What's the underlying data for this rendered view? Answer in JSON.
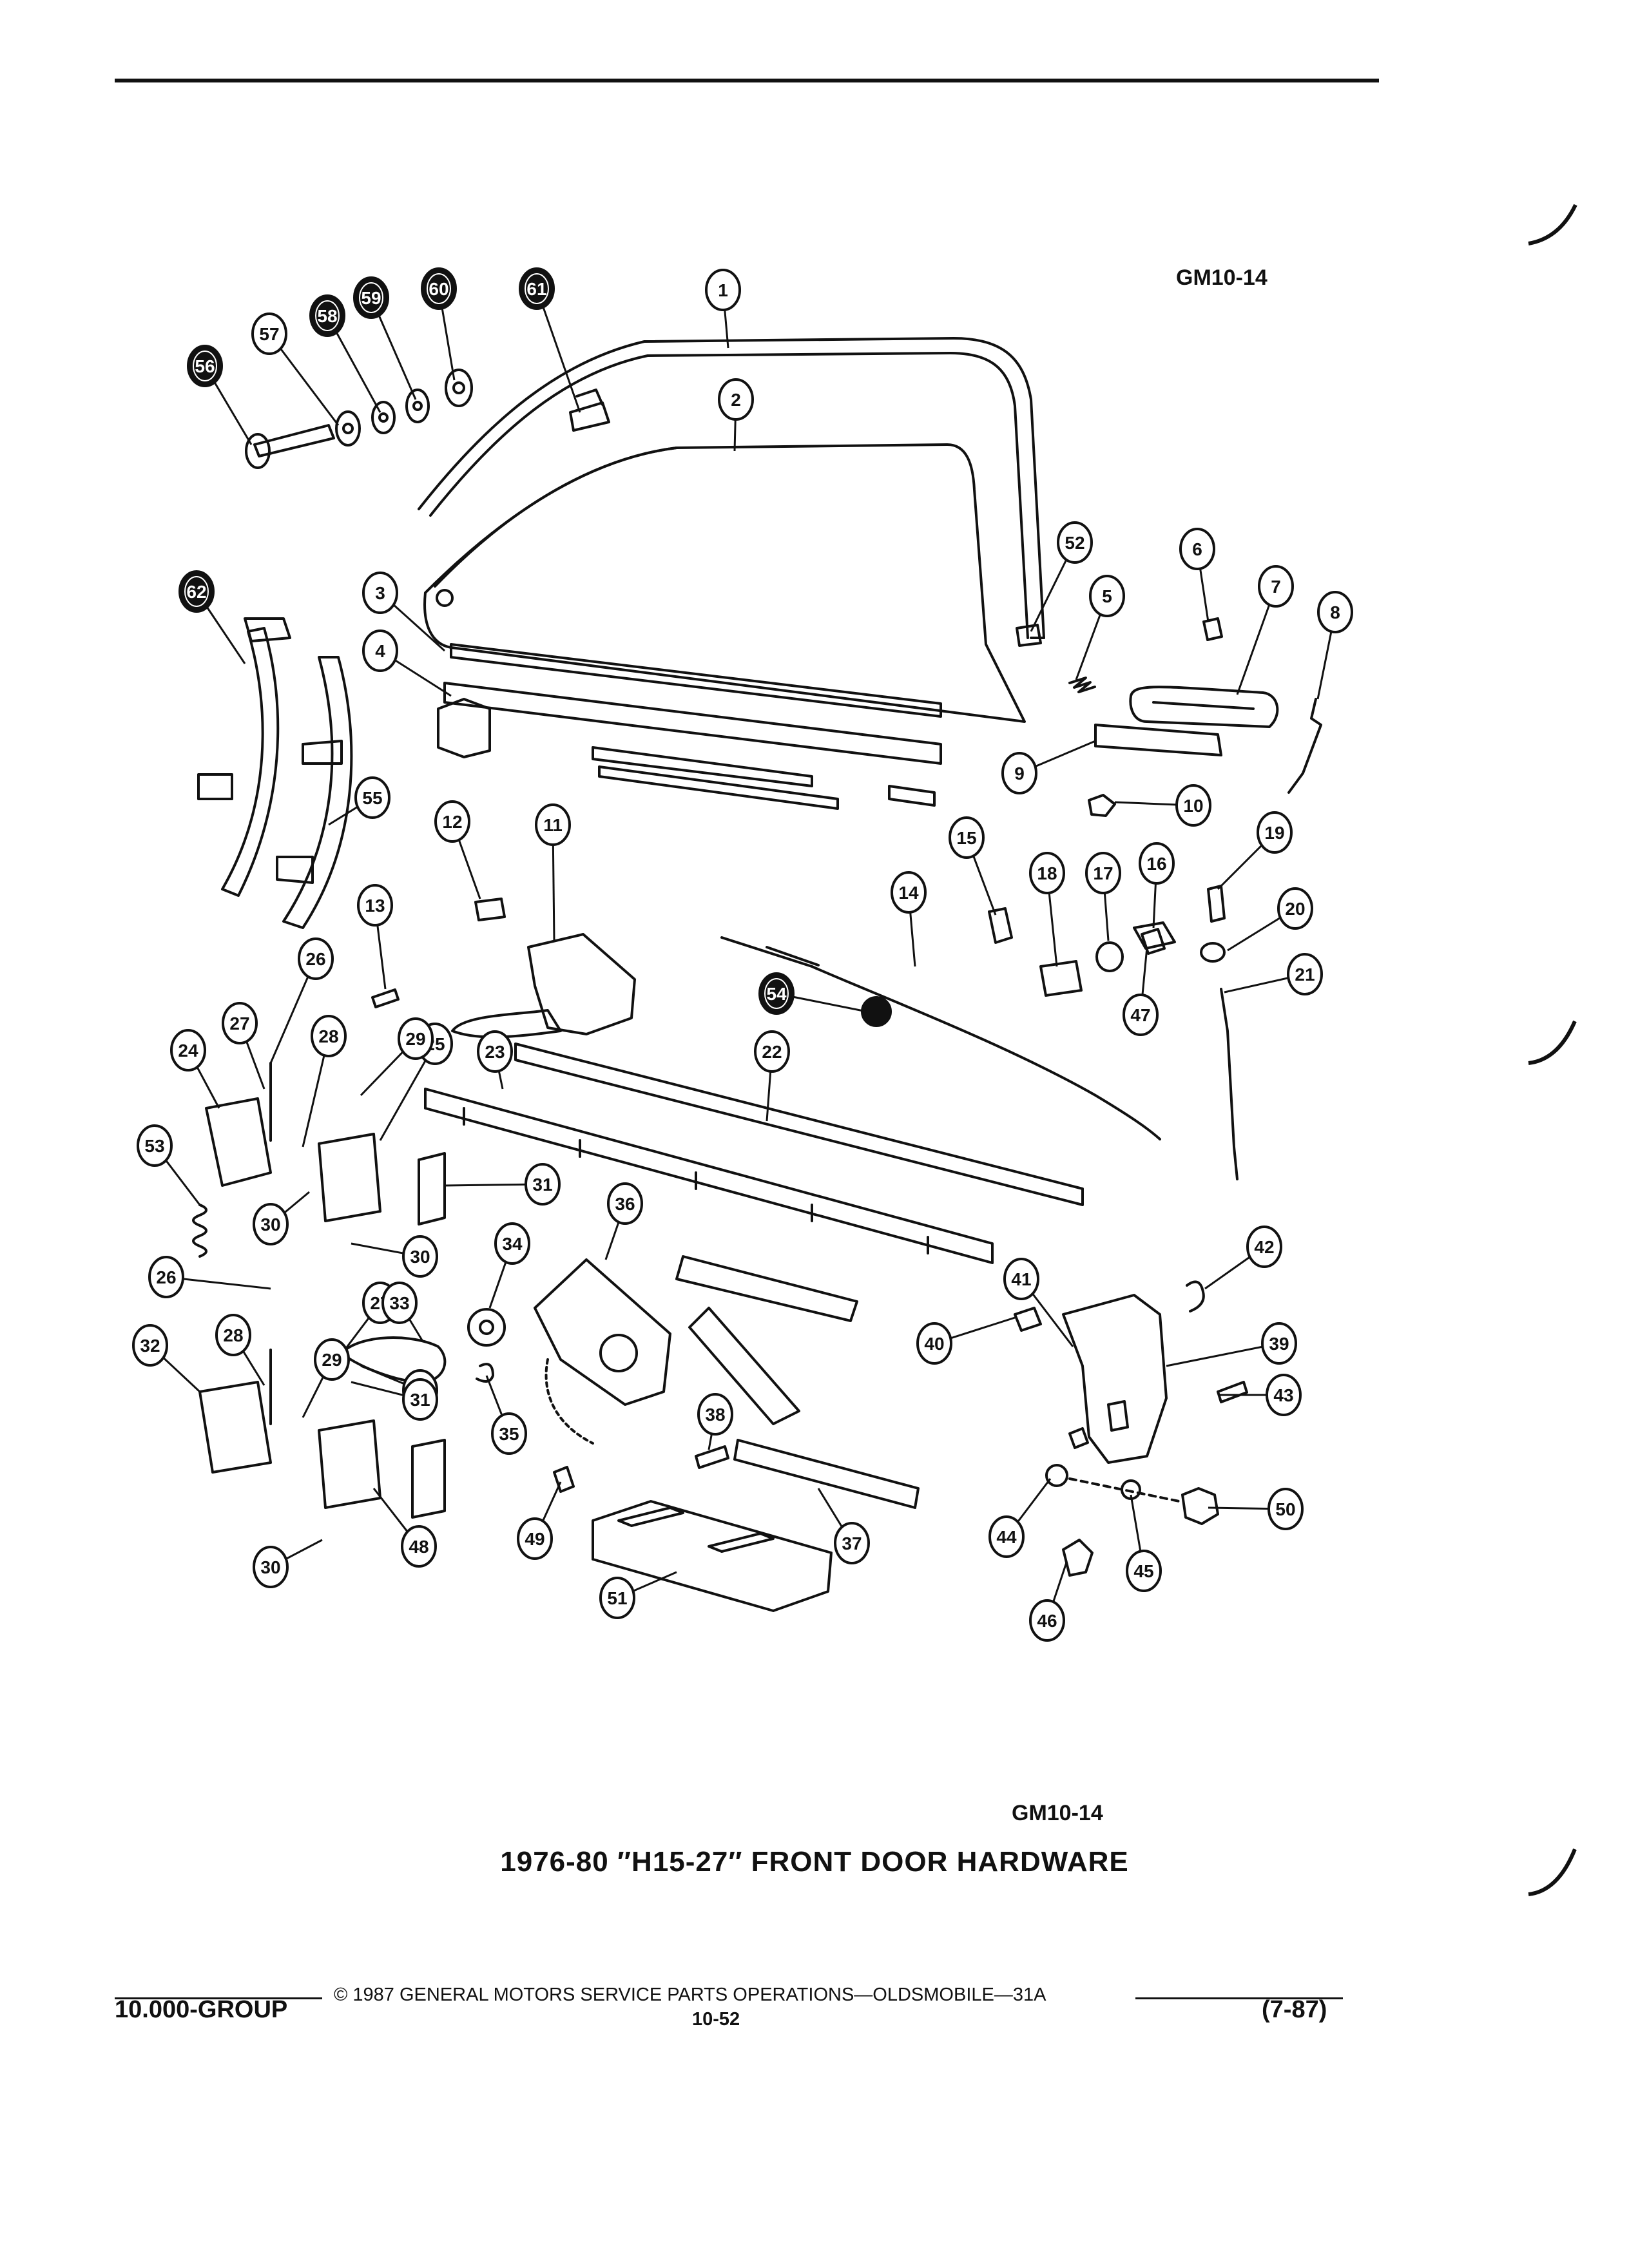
{
  "figure_code_top": "GM10-14",
  "figure_code_bottom": "GM10-14",
  "title": "1976-80 ″H15-27″ FRONT DOOR HARDWARE",
  "footer": {
    "copyright": "© 1987 GENERAL MOTORS SERVICE PARTS OPERATIONS—OLDSMOBILE—31A",
    "group": "10.000-GROUP",
    "page": "10-52",
    "date": "(7-87)"
  },
  "callouts": [
    {
      "n": "1",
      "black": false
    },
    {
      "n": "2",
      "black": false
    },
    {
      "n": "3",
      "black": false
    },
    {
      "n": "4",
      "black": false
    },
    {
      "n": "5",
      "black": false
    },
    {
      "n": "6",
      "black": false
    },
    {
      "n": "7",
      "black": false
    },
    {
      "n": "8",
      "black": false
    },
    {
      "n": "9",
      "black": false
    },
    {
      "n": "10",
      "black": false
    },
    {
      "n": "11",
      "black": false
    },
    {
      "n": "12",
      "black": false
    },
    {
      "n": "13",
      "black": false
    },
    {
      "n": "14",
      "black": false
    },
    {
      "n": "15",
      "black": false
    },
    {
      "n": "16",
      "black": false
    },
    {
      "n": "17",
      "black": false
    },
    {
      "n": "18",
      "black": false
    },
    {
      "n": "19",
      "black": false
    },
    {
      "n": "20",
      "black": false
    },
    {
      "n": "21",
      "black": false
    },
    {
      "n": "22",
      "black": false
    },
    {
      "n": "23",
      "black": false
    },
    {
      "n": "24",
      "black": false
    },
    {
      "n": "25",
      "black": false
    },
    {
      "n": "26",
      "black": false
    },
    {
      "n": "27",
      "black": false
    },
    {
      "n": "28",
      "black": false
    },
    {
      "n": "29",
      "black": false
    },
    {
      "n": "30",
      "black": false
    },
    {
      "n": "31",
      "black": false
    },
    {
      "n": "53",
      "black": false
    },
    {
      "n": "26",
      "black": false
    },
    {
      "n": "27",
      "black": false
    },
    {
      "n": "28",
      "black": false
    },
    {
      "n": "29",
      "black": false
    },
    {
      "n": "30",
      "black": false
    },
    {
      "n": "30",
      "black": false
    },
    {
      "n": "30",
      "black": false
    },
    {
      "n": "31",
      "black": false
    },
    {
      "n": "32",
      "black": false
    },
    {
      "n": "33",
      "black": false
    },
    {
      "n": "34",
      "black": false
    },
    {
      "n": "35",
      "black": false
    },
    {
      "n": "36",
      "black": false
    },
    {
      "n": "37",
      "black": false
    },
    {
      "n": "38",
      "black": false
    },
    {
      "n": "39",
      "black": false
    },
    {
      "n": "40",
      "black": false
    },
    {
      "n": "41",
      "black": false
    },
    {
      "n": "42",
      "black": false
    },
    {
      "n": "43",
      "black": false
    },
    {
      "n": "44",
      "black": false
    },
    {
      "n": "45",
      "black": false
    },
    {
      "n": "46",
      "black": false
    },
    {
      "n": "47",
      "black": false
    },
    {
      "n": "48",
      "black": false
    },
    {
      "n": "49",
      "black": false
    },
    {
      "n": "50",
      "black": false
    },
    {
      "n": "51",
      "black": false
    },
    {
      "n": "52",
      "black": false
    },
    {
      "n": "54",
      "black": true
    },
    {
      "n": "55",
      "black": false
    },
    {
      "n": "56",
      "black": true
    },
    {
      "n": "57",
      "black": false
    },
    {
      "n": "58",
      "black": true
    },
    {
      "n": "59",
      "black": true
    },
    {
      "n": "60",
      "black": true
    },
    {
      "n": "61",
      "black": true
    },
    {
      "n": "62",
      "black": true
    }
  ]
}
